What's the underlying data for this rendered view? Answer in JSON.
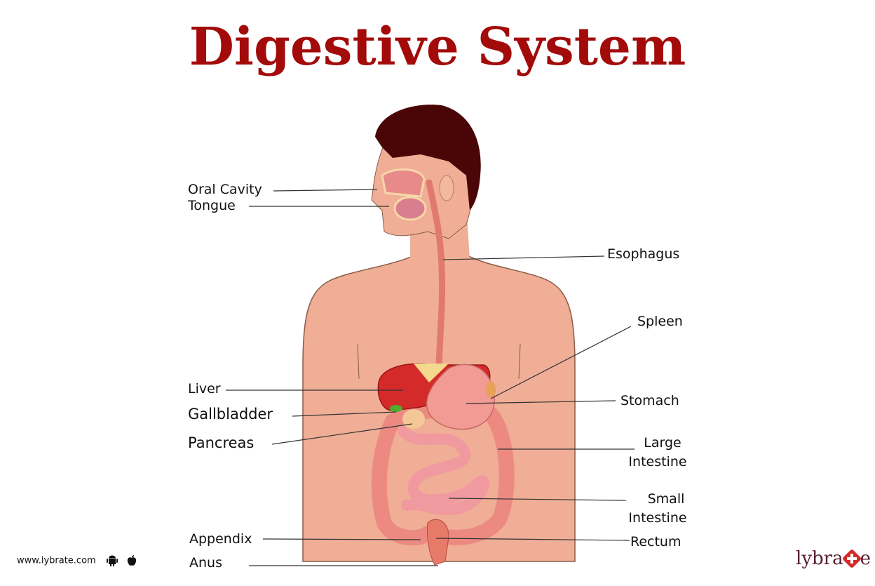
{
  "title": "Digestive System",
  "labels": {
    "oral_cavity": "Oral Cavity",
    "tongue": "Tongue",
    "esophagus": "Esophagus",
    "spleen": "Spleen",
    "liver": "Liver",
    "gallbladder": "Gallbladder",
    "pancreas": "Pancreas",
    "stomach": "Stomach",
    "large_intestine_1": "Large",
    "large_intestine_2": "Intestine",
    "small_intestine_1": "Small",
    "small_intestine_2": "Intestine",
    "appendix": "Appendix",
    "rectum": "Rectum",
    "anus": "Anus"
  },
  "footer": {
    "url": "www.lybrate.com",
    "icons": [
      "android-icon",
      "apple-icon"
    ],
    "brand_left": "lybra",
    "brand_right": "e"
  },
  "colors": {
    "title": "#a30a0a",
    "skin": "#f0ae96",
    "hair": "#4a0606",
    "liver": "#d42a2a",
    "stomach": "#f29a94",
    "intestine": "#ef8f88",
    "brand_plus": "#d32a2a"
  }
}
